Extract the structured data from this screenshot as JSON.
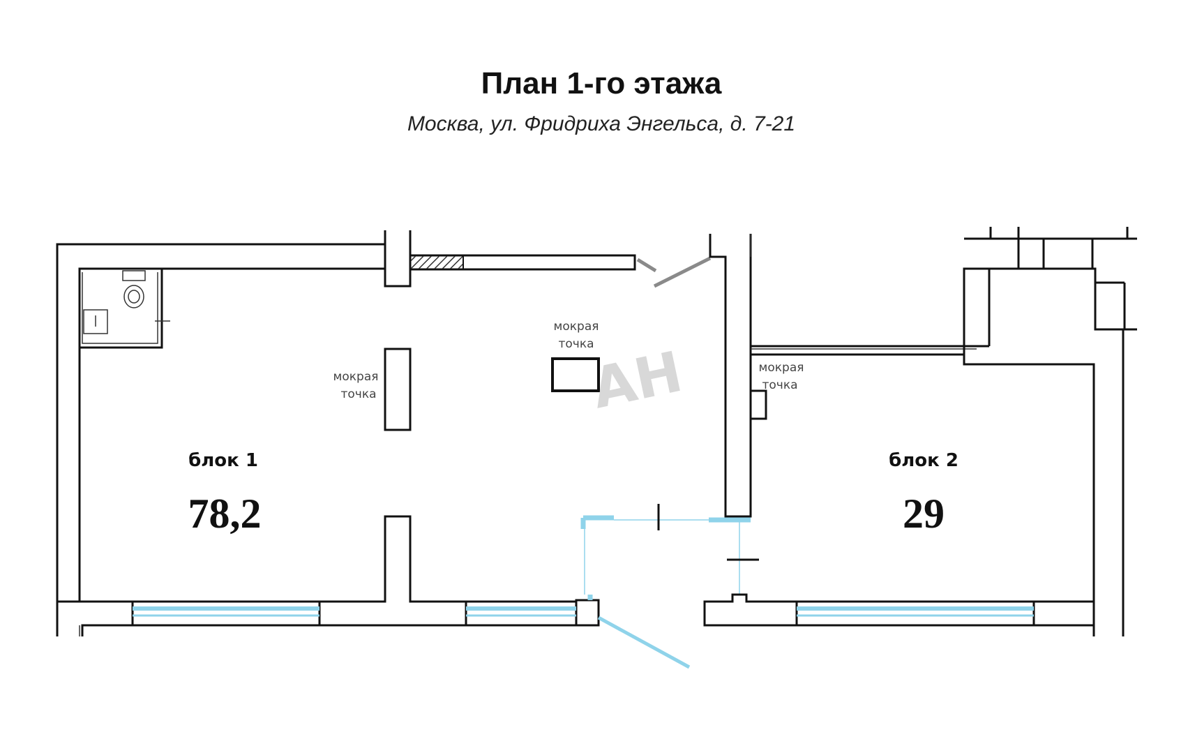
{
  "header": {
    "title": "План 1-го этажа",
    "subtitle": "Москва, ул. Фридриха Энгельса, д. 7-21"
  },
  "blocks": [
    {
      "label": "блок 1",
      "area": "78,2"
    },
    {
      "label": "блок 2",
      "area": "29"
    }
  ],
  "wet_points": [
    {
      "line1": "мокрая",
      "line2": "точка"
    },
    {
      "line1": "мокрая",
      "line2": "точка"
    },
    {
      "line1": "мокрая",
      "line2": "точка"
    }
  ],
  "colors": {
    "wall": "#111111",
    "glass": "#8fd3ea",
    "door_swing": "#8a8a8a",
    "hatch": "#333333"
  }
}
